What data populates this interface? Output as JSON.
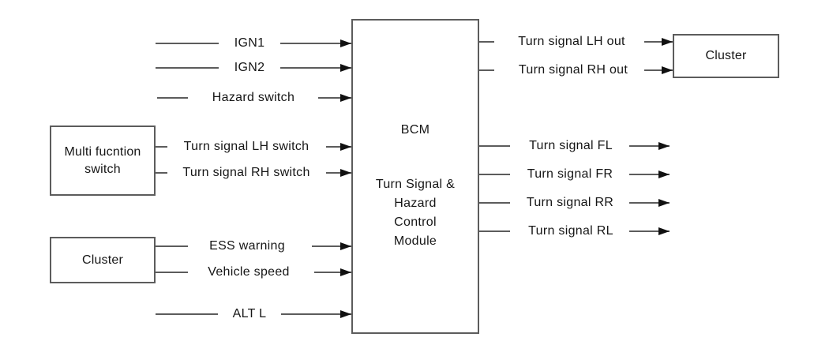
{
  "diagram": {
    "title_hint": "BCM turn signal and hazard control block diagram",
    "colors": {
      "wire": "#5c5c5c",
      "arrowhead": "#111111",
      "text": "#161616",
      "background": "#ffffff"
    },
    "bcm": {
      "title": "BCM",
      "subtitle": "Turn Signal &\nHazard\nControl\nModule"
    },
    "boxes": {
      "multi_function_switch": {
        "label": "Multi fucntion switch"
      },
      "cluster_left": {
        "label": "Cluster"
      },
      "cluster_right": {
        "label": "Cluster"
      }
    },
    "inputs": [
      {
        "label": "IGN1"
      },
      {
        "label": "IGN2"
      },
      {
        "label": "Hazard switch"
      },
      {
        "label": "Turn signal LH switch"
      },
      {
        "label": "Turn signal RH switch"
      },
      {
        "label": "ESS warning"
      },
      {
        "label": "Vehicle speed"
      },
      {
        "label": "ALT L"
      }
    ],
    "outputs": [
      {
        "label": "Turn signal LH out"
      },
      {
        "label": "Turn signal RH out"
      },
      {
        "label": "Turn signal FL"
      },
      {
        "label": "Turn signal FR"
      },
      {
        "label": "Turn signal RR"
      },
      {
        "label": "Turn signal RL"
      }
    ]
  }
}
